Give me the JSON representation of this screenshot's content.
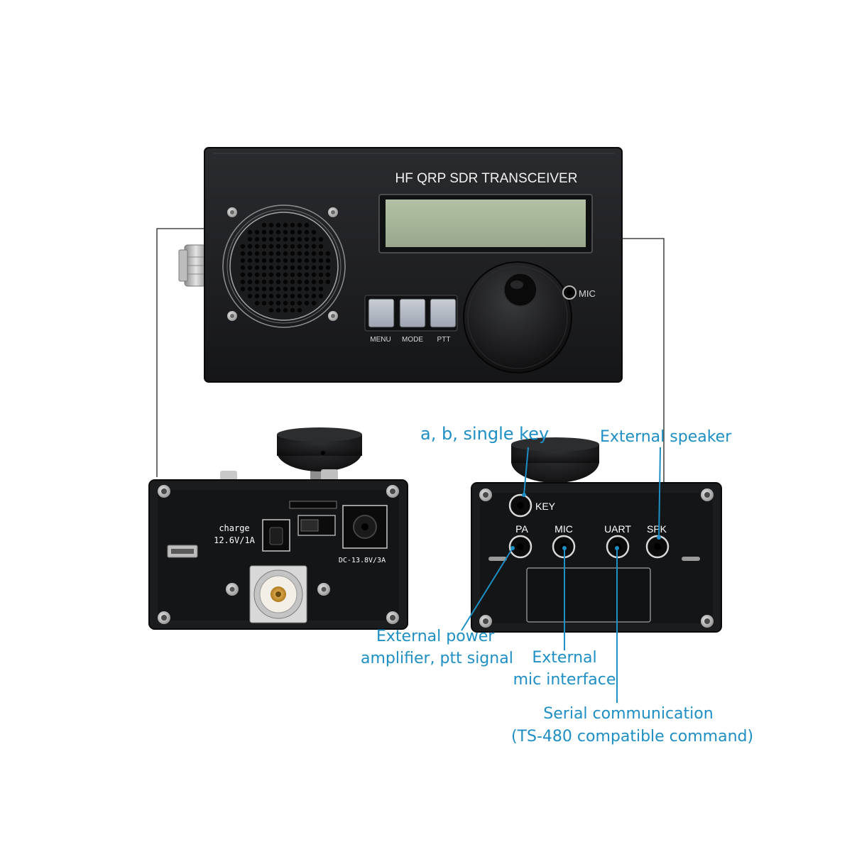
{
  "front_panel": {
    "title": "HF QRP SDR TRANSCEIVER",
    "buttons": [
      {
        "label": "MENU"
      },
      {
        "label": "MODE"
      },
      {
        "label": "PTT"
      }
    ],
    "mic_label": "MIC"
  },
  "rear_left": {
    "charge_label": "charge",
    "charge_rating": "12.6V/1A",
    "dc_label": "DC-13.8V/3A"
  },
  "rear_right": {
    "key_label": "KEY",
    "pa_label": "PA",
    "mic_label": "MIC",
    "uart_label": "UART",
    "spk_label": "SPK"
  },
  "annotations": {
    "key": "a, b, single key",
    "speaker": "External speaker",
    "pa_line1": "External power",
    "pa_line2": "amplifier, ptt signal",
    "mic_line1": "External",
    "mic_line2": "mic interface",
    "uart_line1": "Serial communication",
    "uart_line2": "(TS-480 compatible command)"
  },
  "colors": {
    "annotation": "#1e8fc4",
    "device_body": "#1d1e20",
    "lcd": "#a7b59b"
  }
}
